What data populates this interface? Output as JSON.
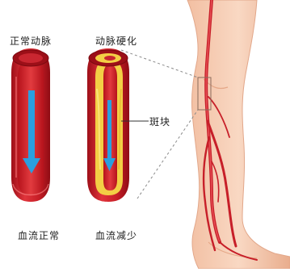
{
  "labels": {
    "normal_artery": "正常动脉",
    "hardened_artery": "动脉硬化",
    "plaque": "斑块",
    "normal_flow": "血流正常",
    "reduced_flow": "血流减少"
  },
  "colors": {
    "artery_red": "#d8262f",
    "artery_dark": "#a8141c",
    "plaque_yellow": "#f4d24a",
    "flow_arrow": "#2a9fe0",
    "skin": "#f6cdb4",
    "skin_shadow": "#e7a988"
  }
}
